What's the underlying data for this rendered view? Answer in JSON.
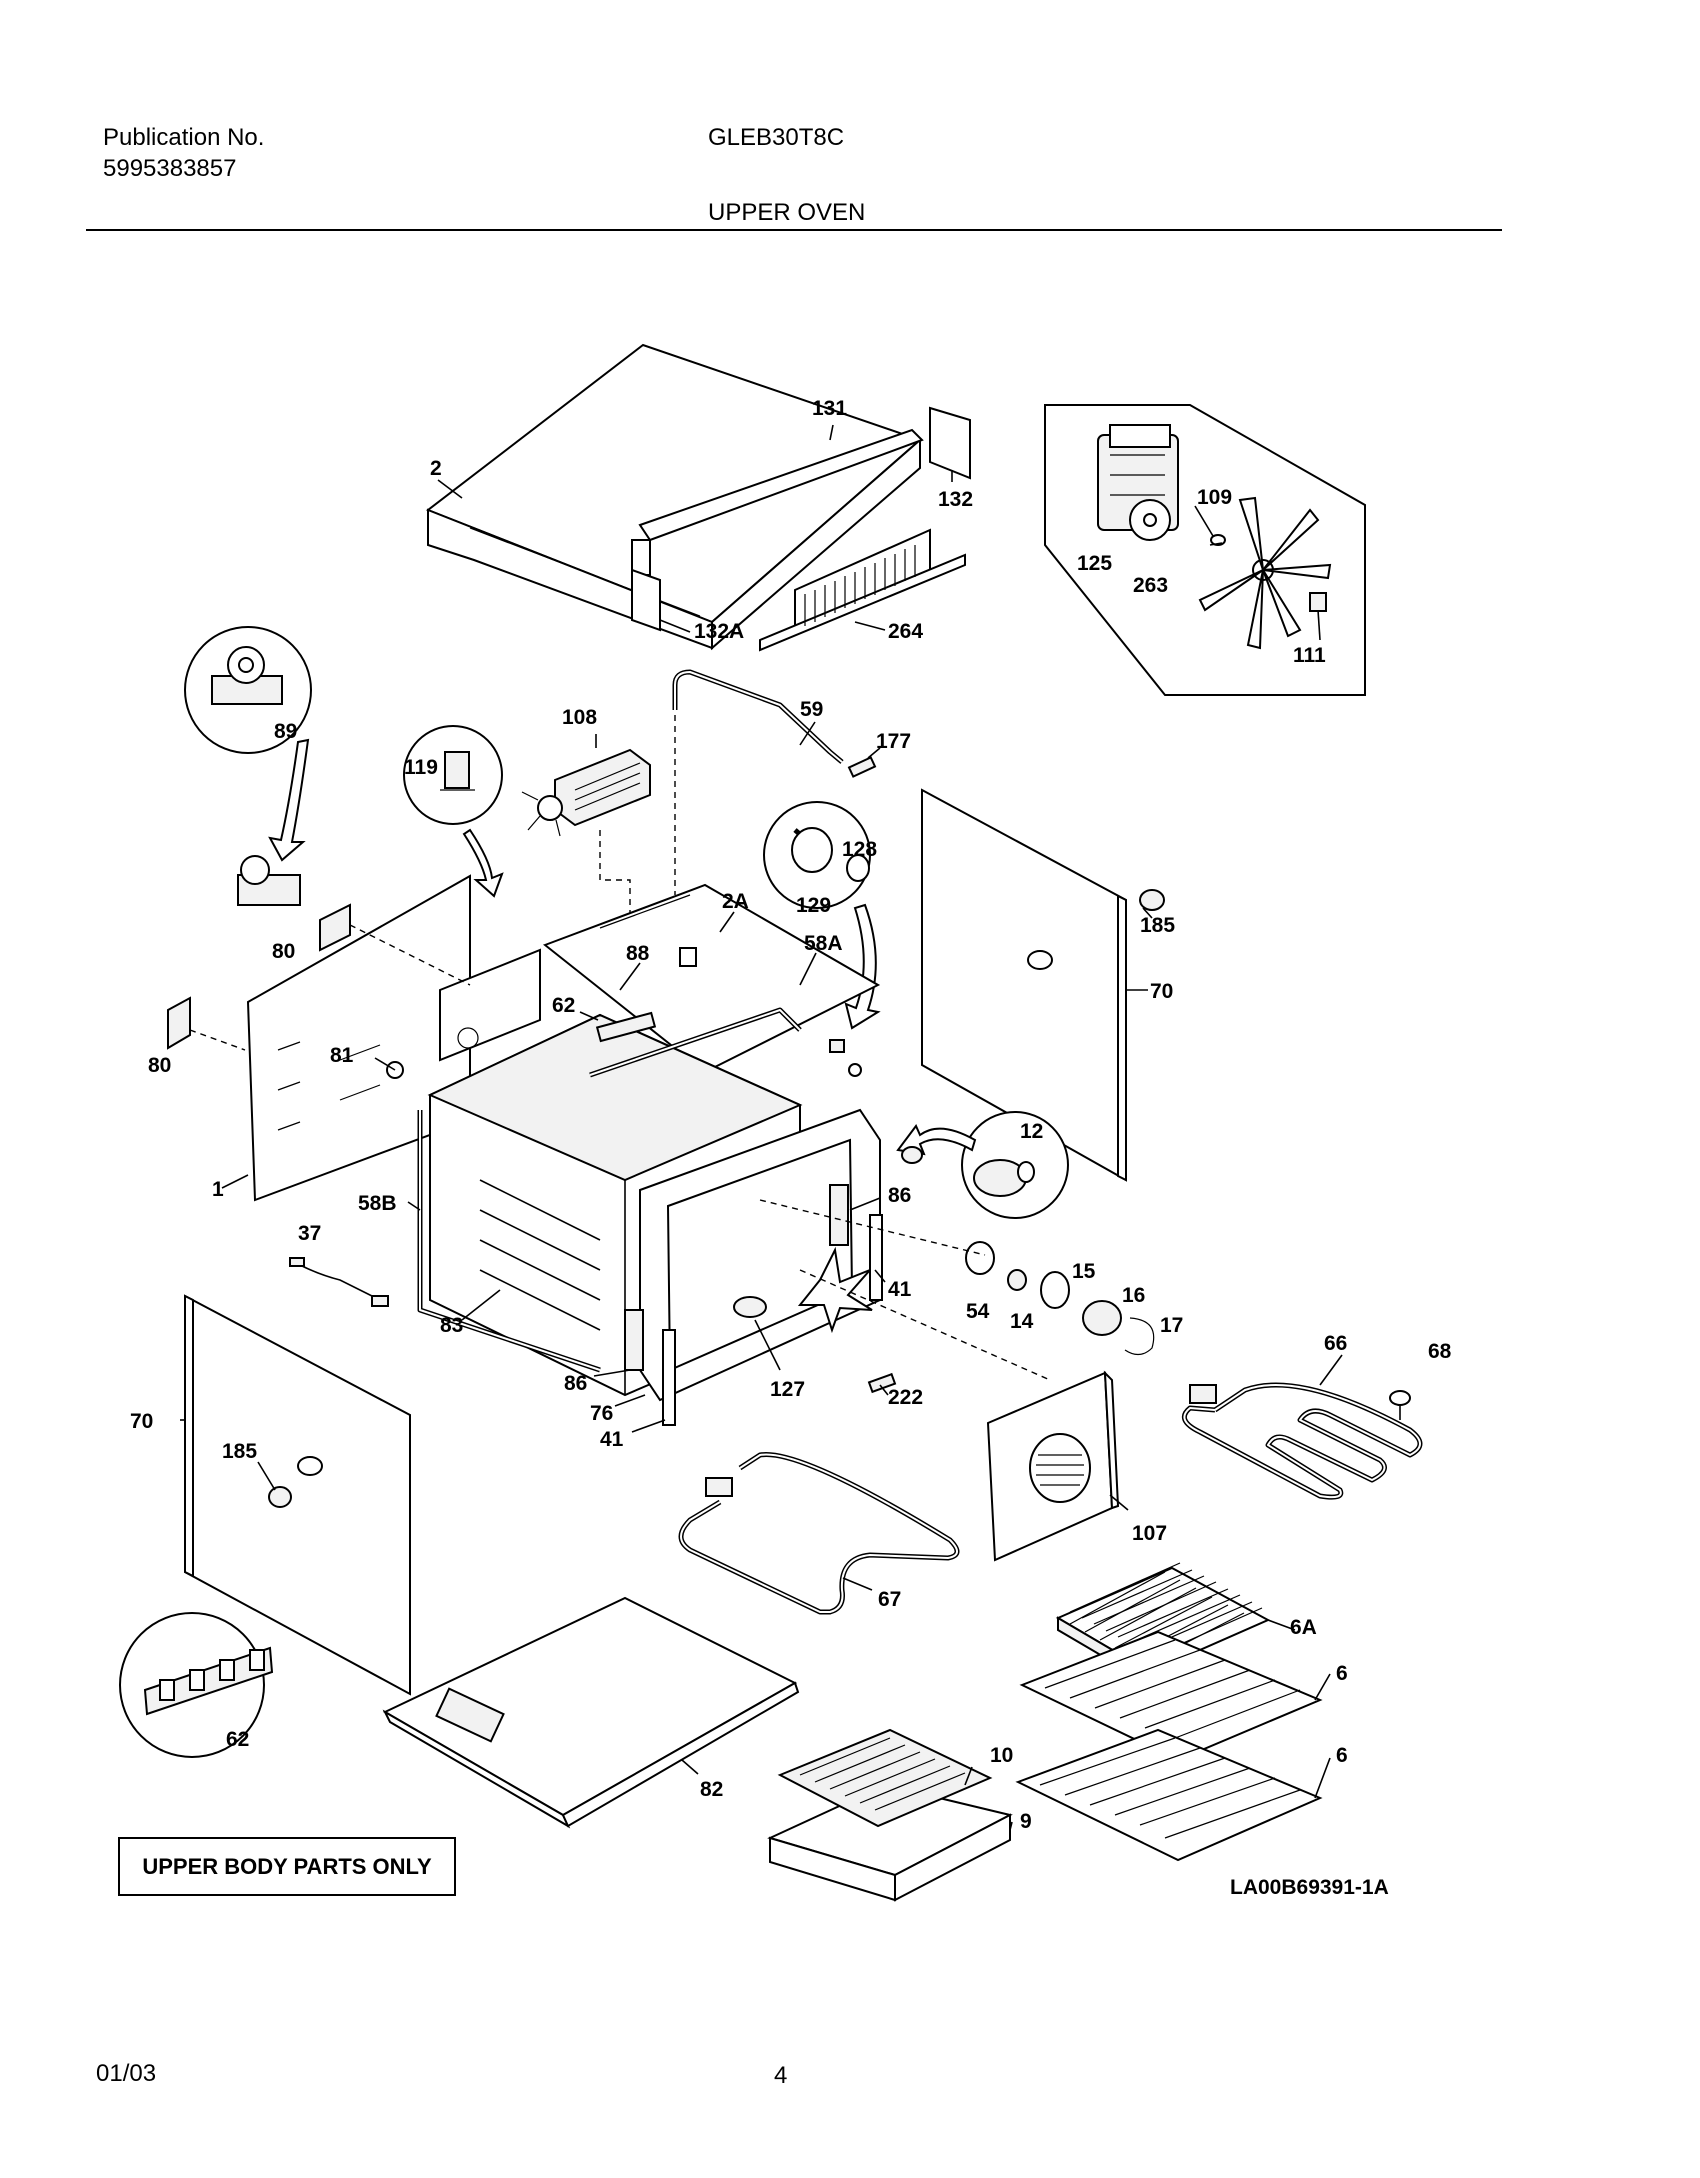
{
  "header": {
    "publication_label": "Publication No.",
    "publication_number": "5995383857",
    "model": "GLEB30T8C",
    "section_title": "UPPER OVEN"
  },
  "footer": {
    "date": "01/03",
    "page_number": "4"
  },
  "diagram": {
    "boxed_note": "UPPER BODY PARTS ONLY",
    "drawing_id": "LA00B69391-1A",
    "callouts": {
      "c2": "2",
      "c131": "131",
      "c132": "132",
      "c132a": "132A",
      "c264": "264",
      "c125": "125",
      "c109": "109",
      "c263": "263",
      "c111": "111",
      "c89": "89",
      "c119": "119",
      "c108": "108",
      "c59": "59",
      "c177": "177",
      "c128": "128",
      "c129": "129",
      "c185a": "185",
      "c70a": "70",
      "c2a": "2A",
      "c80a": "80",
      "c80b": "80",
      "c88": "88",
      "c58a": "58A",
      "c62a": "62",
      "c81": "81",
      "c1": "1",
      "c58b": "58B",
      "c12": "12",
      "c86a": "86",
      "c37": "37",
      "c83": "83",
      "c41a": "41",
      "c54": "54",
      "c14": "14",
      "c15": "15",
      "c16": "16",
      "c17": "17",
      "c86b": "86",
      "c76": "76",
      "c127": "127",
      "c222": "222",
      "c41b": "41",
      "c66": "66",
      "c68": "68",
      "c70b": "70",
      "c185b": "185",
      "c107": "107",
      "c67": "67",
      "c6a": "6A",
      "c6b": "6",
      "c6c": "6",
      "c62b": "62",
      "c82": "82",
      "c10": "10",
      "c9": "9"
    }
  }
}
